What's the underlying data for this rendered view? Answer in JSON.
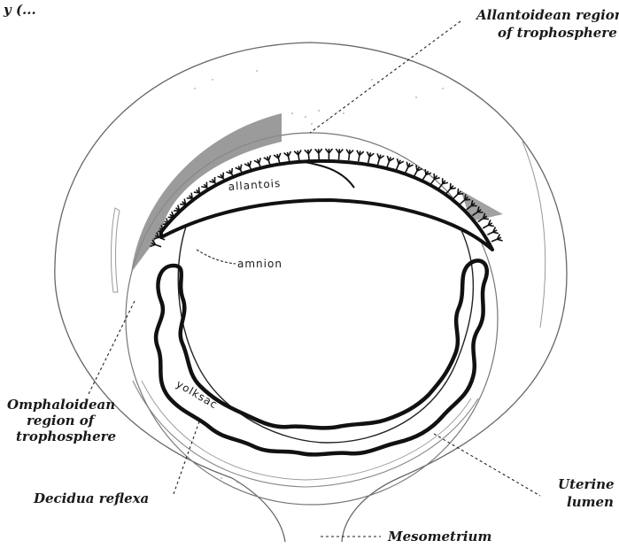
{
  "header_text": "y (...",
  "labels": {
    "allantoidean_line1": "Allantoidean region",
    "allantoidean_line2": "of trophosphere",
    "allantois": "allantois",
    "amnion": "amnion",
    "yolksac": "yolksac",
    "omphaloidean_line1": "Omphaloidean",
    "omphaloidean_line2": "region of",
    "omphaloidean_line3": "trophosphere",
    "decidua_reflexa": "Decidua reflexa",
    "uterine_line1": "Uterine",
    "uterine_line2": "lumen",
    "mesometrium": "Mesometrium"
  },
  "colors": {
    "ink": "#111111",
    "outline": "#777777",
    "shading": "#8a8a8a"
  }
}
